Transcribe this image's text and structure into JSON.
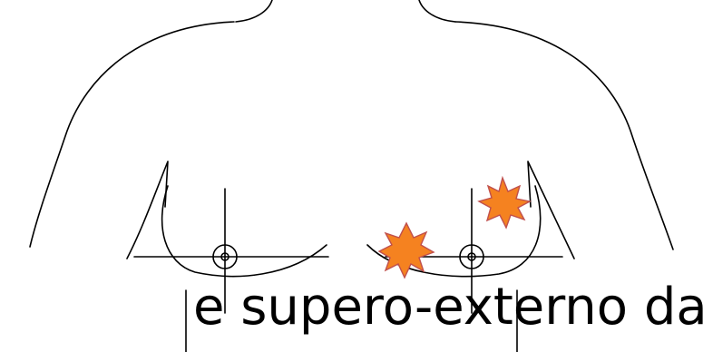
{
  "diagram": {
    "caption": "e supero-externo da",
    "colors": {
      "outline": "#000000",
      "lesion_fill": "#F58220",
      "lesion_stroke": "#C0504D",
      "background": "#FFFFFF"
    },
    "icons": [
      "torso-outline",
      "breast-quadrant-crosshair",
      "nipple-icon",
      "lesion-starburst-icon"
    ]
  }
}
